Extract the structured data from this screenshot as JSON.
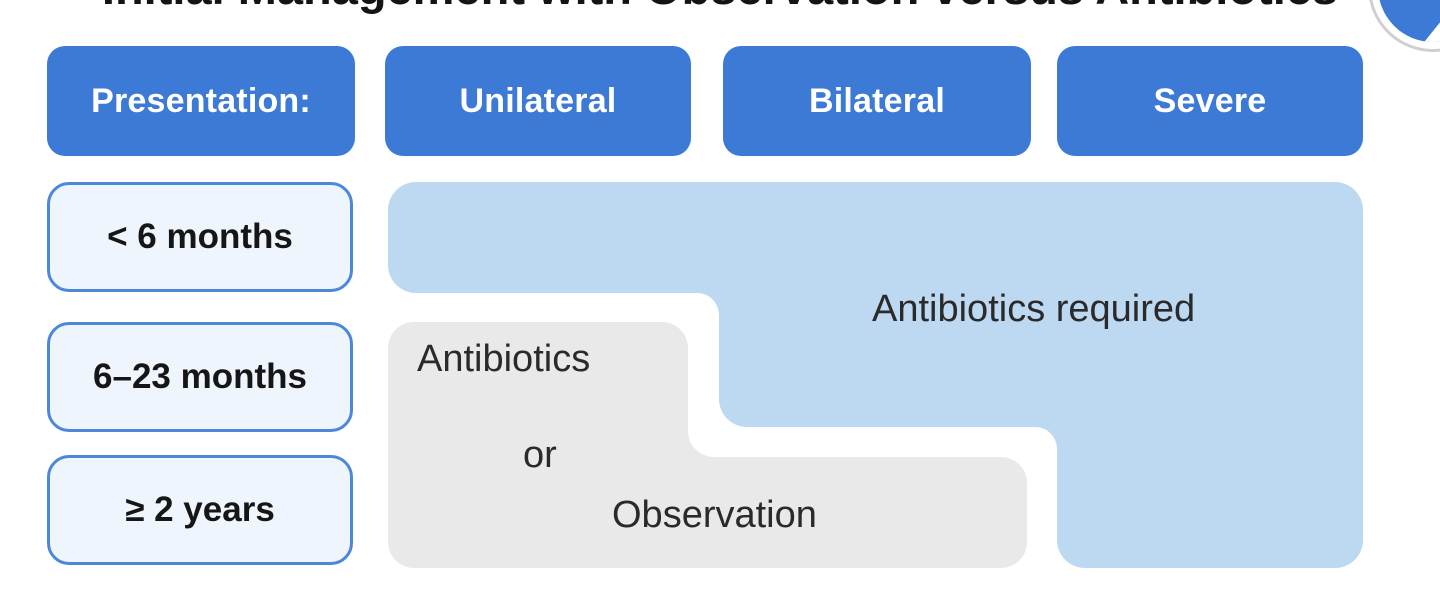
{
  "title": "Initial Management with Observation versus Antibiotics",
  "header": {
    "presentation_label": "Presentation:",
    "columns": [
      "Unilateral",
      "Bilateral",
      "Severe"
    ]
  },
  "age_rows": [
    "< 6 months",
    "6–23 months",
    "≥ 2 years"
  ],
  "regions": {
    "antibiotics_required": {
      "label": "Antibiotics required",
      "color": "#bdd8f1"
    },
    "antibiotics_or_observation": {
      "label_line1": "Antibiotics",
      "label_line2": "or",
      "label_line3": "Observation",
      "color": "#e9e9e9"
    }
  },
  "management_matrix": {
    "rows": [
      "< 6 months",
      "6–23 months",
      "≥ 2 years"
    ],
    "columns": [
      "Unilateral",
      "Bilateral",
      "Severe"
    ],
    "cells": [
      [
        "Antibiotics required",
        "Antibiotics required",
        "Antibiotics required"
      ],
      [
        "Antibiotics or Observation",
        "Antibiotics required",
        "Antibiotics required"
      ],
      [
        "Antibiotics or Observation",
        "Antibiotics or Observation",
        "Antibiotics required"
      ]
    ]
  },
  "colors": {
    "header_blue": "#3c7ad6",
    "region_blue": "#bdd8f1",
    "region_gray": "#e9e9e9",
    "age_box_fill": "#eff5fc",
    "age_box_border": "#4c87d9",
    "text_dark": "#2a2a2a"
  },
  "icons": {
    "badge": "circular-brand-badge"
  }
}
